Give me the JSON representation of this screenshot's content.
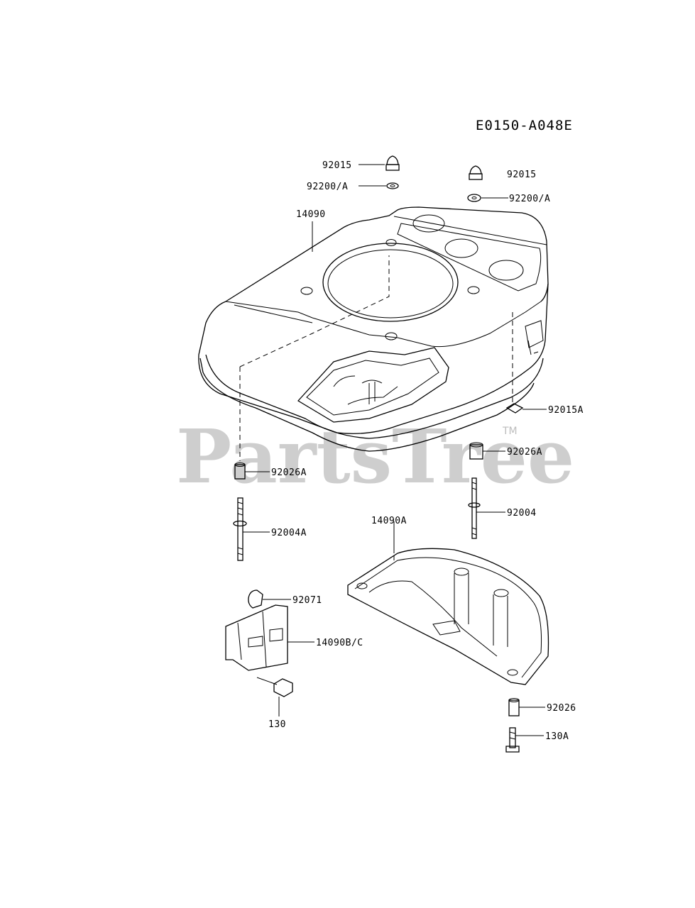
{
  "diagram_code": "E0150-A048E",
  "watermark": {
    "text": "PartsTree",
    "trademark": "TM"
  },
  "parts": {
    "nut_left": "92015",
    "washer_left": "92200/A",
    "nut_right": "92015",
    "washer_right": "92200/A",
    "shroud": "14090",
    "nut_square": "92015A",
    "collar_right": "92026A",
    "collar_left": "92026A",
    "stud_right": "92004",
    "stud_left": "92004A",
    "lower_shroud": "14090A",
    "grommet": "92071",
    "bracket": "14090B/C",
    "bolt_left": "130",
    "collar_lower": "92026",
    "bolt_right": "130A"
  }
}
